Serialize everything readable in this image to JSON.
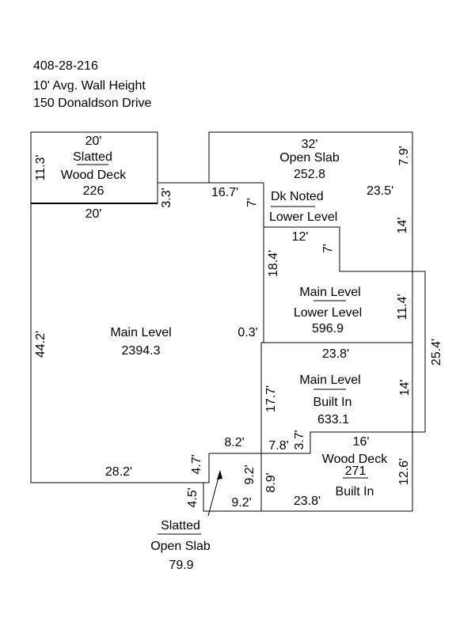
{
  "header": {
    "parcel_id": "408-28-216",
    "wall_height": "10' Avg. Wall Height",
    "address": "150 Donaldson Drive"
  },
  "areas": {
    "slatted_wood_deck": {
      "line1": "Slatted",
      "line2": "Wood Deck",
      "area": "226"
    },
    "open_slab": {
      "line1": "Open Slab",
      "area": "252.8"
    },
    "dk_noted": {
      "line1": "Dk Noted",
      "line2": "Lower Level"
    },
    "main_level": {
      "line1": "Main Level",
      "area": "2394.3"
    },
    "main_lower": {
      "line1": "Main Level",
      "line2": "Lower Level",
      "area": "596.9"
    },
    "main_built_in": {
      "line1": "Main Level",
      "line2": "Built In",
      "area": "633.1"
    },
    "wood_deck_built_in": {
      "line1": "Wood Deck",
      "area": "271",
      "line2": "Built In"
    },
    "slatted_open_slab": {
      "line1": "Slatted",
      "line2": "Open Slab",
      "area": "79.9"
    }
  },
  "dimensions": {
    "deck_top": "20'",
    "deck_bottom": "20'",
    "deck_left": "11.3'",
    "slab_top": "32'",
    "slab_right": "7.9'",
    "notch_3_3": "3.3'",
    "top_16_7": "16.7'",
    "seven_a": "7'",
    "right_23_5": "23.5'",
    "right_14_upper": "14'",
    "twelve": "12'",
    "seven_b": "7'",
    "vert_18_4": "18.4'",
    "right_11_4": "11.4'",
    "right_25_4": "25.4'",
    "left_44_2": "44.2'",
    "point_3": "0.3'",
    "mid_23_8": "23.8'",
    "vert_17_7": "17.7'",
    "right_14_lower": "14'",
    "eight_2": "8.2'",
    "seven_8": "7.8'",
    "three_7": "3.7'",
    "sixteen": "16'",
    "right_12_6": "12.6'",
    "bottom_28_2": "28.2'",
    "four_7": "4.7'",
    "four_5": "4.5'",
    "nine_2_vert": "9.2'",
    "nine_2_horiz": "9.2'",
    "eight_9": "8.9'",
    "bottom_23_8": "23.8'"
  }
}
